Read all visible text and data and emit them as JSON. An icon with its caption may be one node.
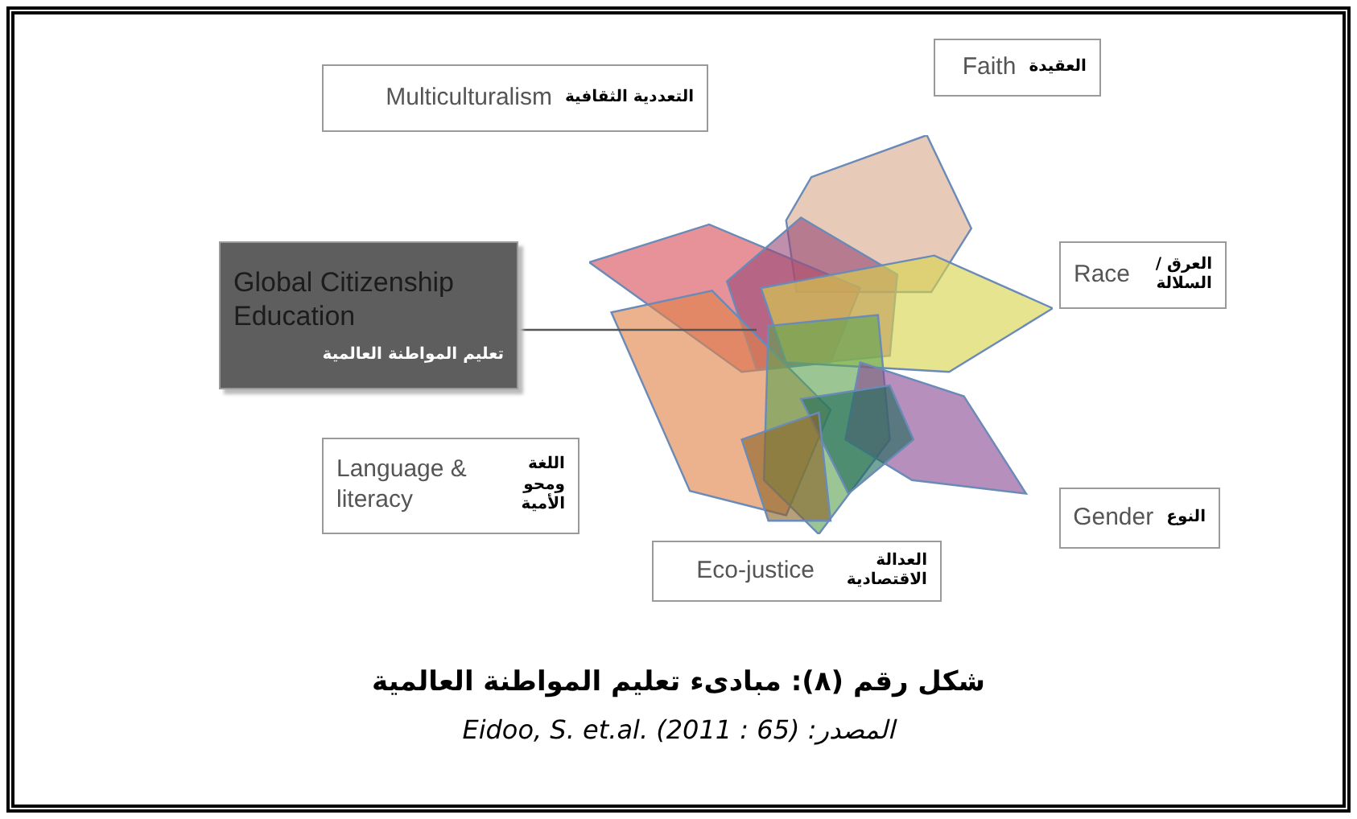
{
  "diagram": {
    "caption": "شكل رقم (٨): مبادىء تعليم المواطنة العالمية",
    "nodes": [
      {
        "text": [
          "Global Citizenship Education",
          "تعليم المواطنة العالمية"
        ]
      },
      {
        "text": [
          "التعددية الثقافية",
          "Multiculturalism"
        ]
      },
      {
        "text": [
          "العقيدة",
          "Faith"
        ]
      },
      {
        "text": [
          "العرق / السلالة",
          "Race"
        ]
      },
      {
        "text": [
          "اللغة ومحو الأمية",
          "Language & literacy"
        ]
      },
      {
        "text": [
          "العدالة الاقتصادية",
          "Eco-justice"
        ]
      },
      {
        "text": [
          "النوع",
          "Gender"
        ]
      },
      {
        "text": [],
        "shape": "picture"
      }
    ],
    "edges": [
      {
        "from": 0,
        "to": 7,
        "arrow": "none"
      }
    ],
    "labels": [
      "المصدر: Eidoo, S. et.al. (2011 : 65)"
    ]
  }
}
